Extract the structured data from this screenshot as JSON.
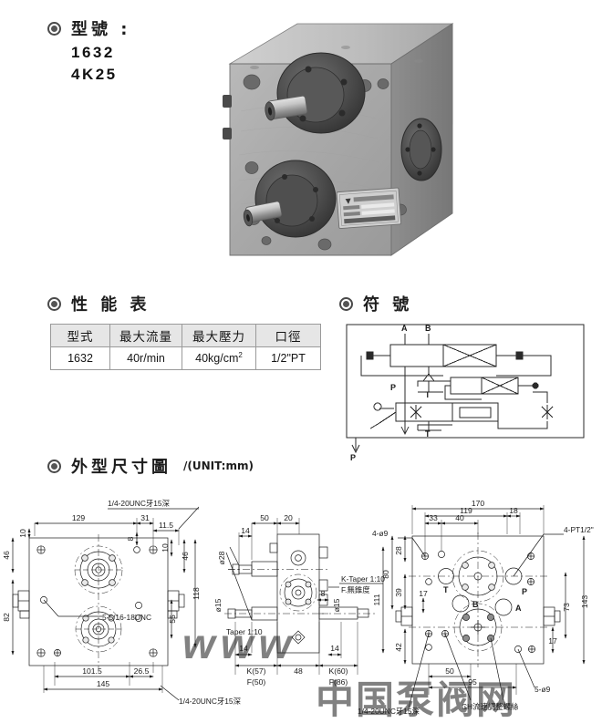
{
  "model": {
    "bullet_label": "型號 :",
    "numbers": [
      "1632",
      "4K25"
    ]
  },
  "photo": {
    "caption": "hydraulic-valve-block-photo",
    "nameplate": "nameplate"
  },
  "performance": {
    "heading": "性 能 表",
    "columns": [
      "型式",
      "最大流量",
      "最大壓力",
      "口徑"
    ],
    "rows": [
      [
        "1632",
        "40r/min",
        "40kg/cm",
        "1/2\"PT"
      ]
    ],
    "pressure_superscript": "2"
  },
  "symbol": {
    "heading": "符 號",
    "labels": {
      "a": "A",
      "b": "B",
      "p_left": "P",
      "t_upper": "T",
      "t_lower": "T",
      "p_bottom": "P"
    }
  },
  "dimensions": {
    "heading": "外型尺寸圖",
    "unit": "/(UNIT:mm)",
    "left_view": {
      "top_dims": [
        "129",
        "31",
        "11.5"
      ],
      "small_dims": [
        "10",
        "8",
        "10"
      ],
      "right_dims": [
        "46",
        "55",
        "118"
      ],
      "left_dims": [
        "46",
        "82"
      ],
      "bottom_dims": [
        "101.5",
        "26.5",
        "145"
      ],
      "notes": [
        "1/4-20UNC牙15深",
        "5-5/16-18UNC",
        "1/4-20UNC牙15深"
      ]
    },
    "middle_view": {
      "top_dims": [
        "50",
        "20",
        "14"
      ],
      "diameters": [
        "ø28",
        "ø15",
        "ø15"
      ],
      "tapers": [
        "Taper 1:10",
        "K-Taper 1:10",
        "F.無錐度"
      ],
      "bottom_dims": [
        "14",
        "K(57)",
        "F(50)",
        "48",
        "K(60)",
        "F(86)",
        "14",
        "8"
      ],
      "height_dim": "111"
    },
    "right_view": {
      "top_dims": [
        "170",
        "119",
        "18",
        "33",
        "40"
      ],
      "left_dims": [
        "80",
        "28",
        "39",
        "17",
        "42"
      ],
      "right_dims": [
        "73",
        "143",
        "17"
      ],
      "bottom_dims": [
        "50",
        "95"
      ],
      "ports": [
        "T",
        "P",
        "B",
        "A"
      ],
      "notes": [
        "4-ø9",
        "4-PT1/2\"",
        "5-ø9",
        "CH流速調整螺絲",
        "1/4-20UNC牙15深"
      ]
    }
  },
  "watermark": {
    "text": "中国泵阀网",
    "url": "www"
  },
  "colors": {
    "ink": "#1b1b1b",
    "rule": "#9a9a9a",
    "header_fill": "#e6e6e6",
    "watermark": "#d8d8d8"
  }
}
